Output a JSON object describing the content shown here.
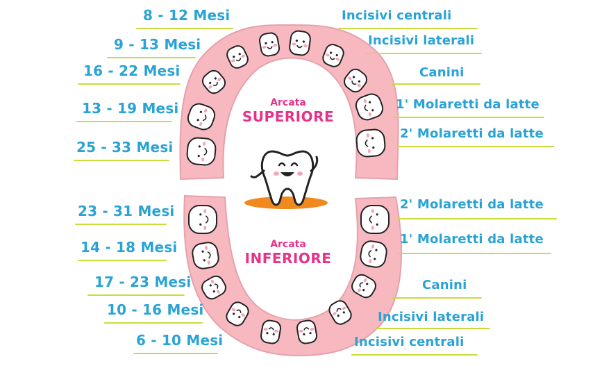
{
  "upper_arch": {
    "title_small": "Arcata",
    "title_big": "SUPERIORE",
    "left_ages": [
      "8 - 12 Mesi",
      "9 - 13 Mesi",
      "16 - 22 Mesi",
      "13 - 19 Mesi",
      "25 - 33 Mesi"
    ],
    "right_teeth": [
      "Incisivi centrali",
      "Incisivi laterali",
      "Canini",
      "1' Molaretti da latte",
      "2' Molaretti da latte"
    ]
  },
  "lower_arch": {
    "title_small": "Arcata",
    "title_big": "INFERIORE",
    "left_ages": [
      "23 - 31 Mesi",
      "14 - 18 Mesi",
      "17 - 23 Mesi",
      "10 - 16 Mesi",
      "6 - 10 Mesi"
    ],
    "right_teeth": [
      "2' Molaretti da latte",
      "1' Molaretti da latte",
      "Canini",
      "Incisivi laterali",
      "Incisivi centrali"
    ]
  },
  "colors": {
    "gum": "#f7b8c0",
    "gum_outline": "#e6a1aa",
    "tooth_fill": "#ffffff",
    "tooth_outline": "#222222",
    "label_text": "#29a3d6",
    "underline": "#c8dc3c",
    "title_pink": "#e6338a",
    "mascot_shadow": "#f08a1e",
    "cheek": "#f4a6b6"
  }
}
